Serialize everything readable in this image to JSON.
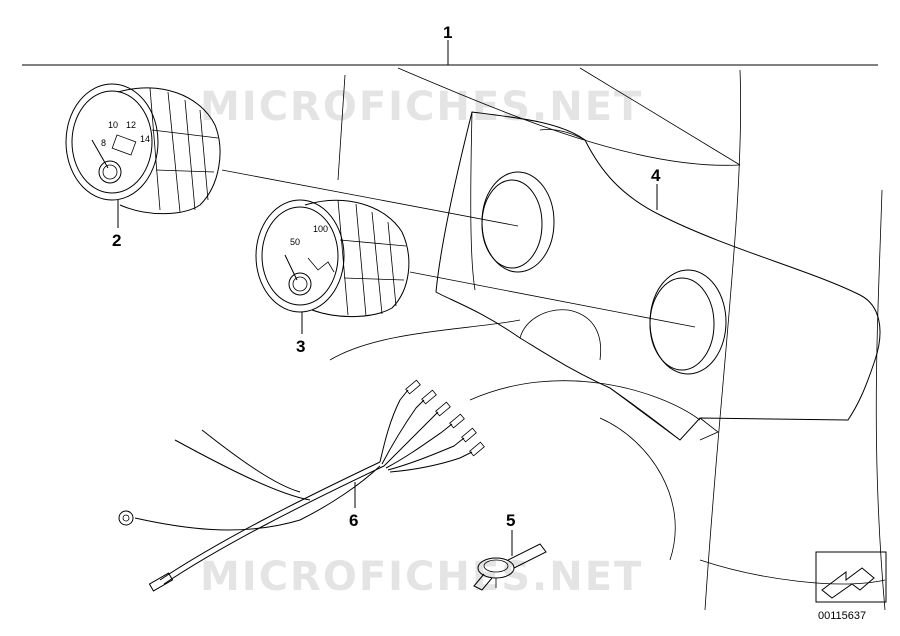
{
  "callouts": [
    {
      "label": "1"
    },
    {
      "label": "2"
    },
    {
      "label": "3"
    },
    {
      "label": "4"
    },
    {
      "label": "5"
    },
    {
      "label": "6"
    }
  ],
  "gauge_2": {
    "scale": [
      "8",
      "10",
      "12",
      "14"
    ]
  },
  "gauge_3": {
    "scale": [
      "50",
      "100"
    ]
  },
  "watermark": {
    "text": "MICROFICHES.NET"
  },
  "reference_number": "00115637",
  "arrow_icon": "direction-arrow-icon"
}
